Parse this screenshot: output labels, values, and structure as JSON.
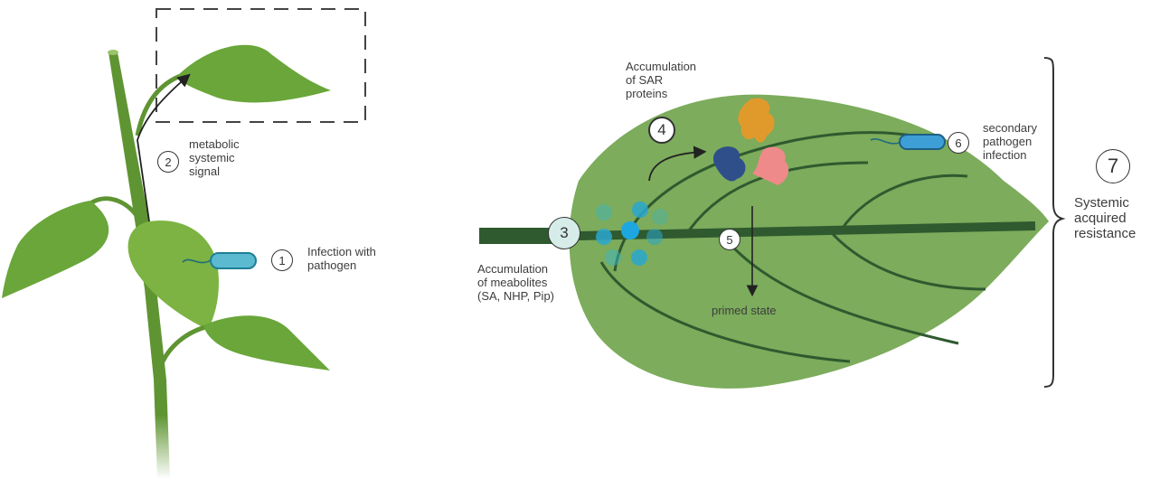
{
  "figure": {
    "title": "Systemic acquired resistance in plants",
    "colors": {
      "leaf": "#7cac5c",
      "leaf_light": "#8dbb4e",
      "stem": "#5f9432",
      "vein": "#2f5a2f",
      "pathogen": "#5bbad0",
      "protein_orange": "#e09a2c",
      "protein_blue": "#2e4f8a",
      "protein_pink": "#ee8a8a",
      "metabolite": "#2aa7cf"
    },
    "steps": [
      {
        "number": "1",
        "label": "Infection with\npathogen"
      },
      {
        "number": "2",
        "label": "metabolic\nsystemic\nsignal"
      },
      {
        "number": "3",
        "label": "Accumulation\nof meabolites\n(SA, NHP, Pip)"
      },
      {
        "number": "4",
        "label": "Accumulation\nof SAR\nproteins"
      },
      {
        "number": "5",
        "label": "primed state"
      },
      {
        "number": "6",
        "label": "secondary\npathogen\ninfection"
      },
      {
        "number": "7",
        "label": "Systemic\nacquired\nresistance"
      }
    ]
  }
}
